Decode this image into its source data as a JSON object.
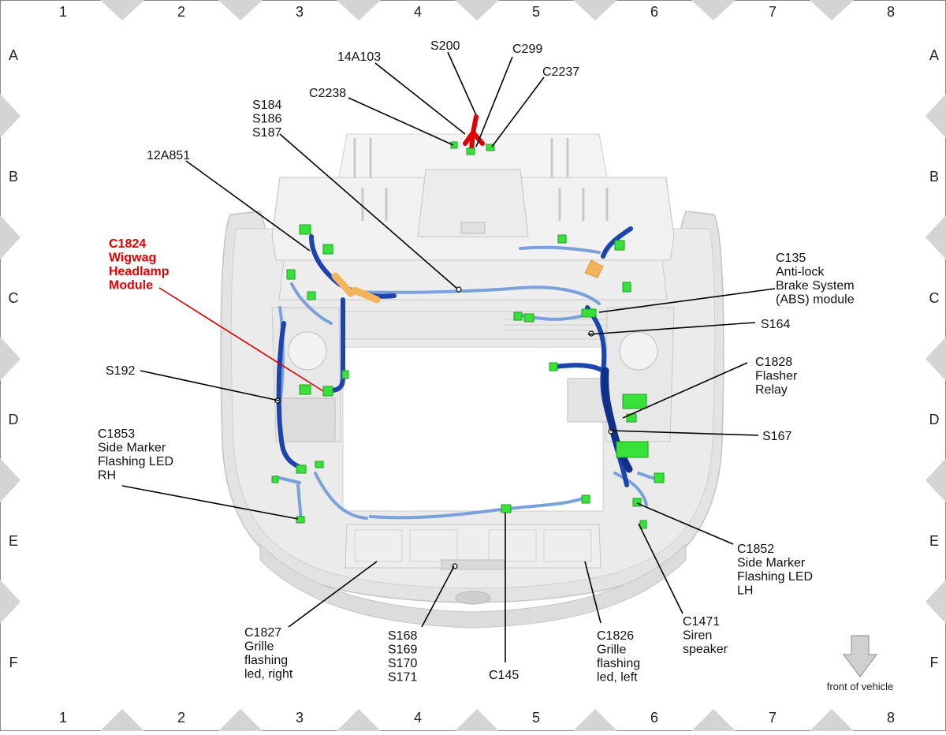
{
  "grid": {
    "columns": [
      "1",
      "2",
      "3",
      "4",
      "5",
      "6",
      "7",
      "8"
    ],
    "rows": [
      "A",
      "B",
      "C",
      "D",
      "E",
      "F"
    ]
  },
  "labels": [
    {
      "id": "l-14a103",
      "name": "label-14a103",
      "lines": [
        "14A103"
      ],
      "color": "#111111"
    },
    {
      "id": "l-s200",
      "name": "label-s200",
      "lines": [
        "S200"
      ],
      "color": "#111111"
    },
    {
      "id": "l-c299",
      "name": "label-c299",
      "lines": [
        "C299"
      ],
      "color": "#111111"
    },
    {
      "id": "l-c2237",
      "name": "label-c2237",
      "lines": [
        "C2237"
      ],
      "color": "#111111"
    },
    {
      "id": "l-c2238",
      "name": "label-c2238",
      "lines": [
        "C2238"
      ],
      "color": "#111111"
    },
    {
      "id": "l-s184",
      "name": "label-s184-s186-s187",
      "lines": [
        "S184",
        "S186",
        "S187"
      ],
      "color": "#111111"
    },
    {
      "id": "l-12a851",
      "name": "label-12a851",
      "lines": [
        "12A851"
      ],
      "color": "#111111"
    },
    {
      "id": "l-c1824",
      "name": "label-c1824-wigwag-headlamp-module",
      "lines": [
        "C1824",
        "Wigwag",
        "Headlamp",
        "Module"
      ],
      "color": "#e00000"
    },
    {
      "id": "l-c135",
      "name": "label-c135-abs-module",
      "lines": [
        "C135",
        "Anti-lock",
        "Brake System",
        "(ABS) module"
      ],
      "color": "#111111"
    },
    {
      "id": "l-s164",
      "name": "label-s164",
      "lines": [
        "S164"
      ],
      "color": "#111111"
    },
    {
      "id": "l-c1828",
      "name": "label-c1828-flasher-relay",
      "lines": [
        "C1828",
        "Flasher",
        "Relay"
      ],
      "color": "#111111"
    },
    {
      "id": "l-s167",
      "name": "label-s167",
      "lines": [
        "S167"
      ],
      "color": "#111111"
    },
    {
      "id": "l-s192",
      "name": "label-s192",
      "lines": [
        "S192"
      ],
      "color": "#111111"
    },
    {
      "id": "l-c1853",
      "name": "label-c1853-side-marker-rh",
      "lines": [
        "C1853",
        "Side Marker",
        "Flashing LED",
        "RH"
      ],
      "color": "#111111"
    },
    {
      "id": "l-c1852",
      "name": "label-c1852-side-marker-lh",
      "lines": [
        "C1852",
        "Side Marker",
        "Flashing LED",
        "LH"
      ],
      "color": "#111111"
    },
    {
      "id": "l-c1471",
      "name": "label-c1471-siren-speaker",
      "lines": [
        "C1471",
        "Siren",
        "speaker"
      ],
      "color": "#111111"
    },
    {
      "id": "l-c1826",
      "name": "label-c1826-grille-left",
      "lines": [
        "C1826",
        "Grille",
        "flashing",
        "led, left"
      ],
      "color": "#111111"
    },
    {
      "id": "l-c145",
      "name": "label-c145",
      "lines": [
        "C145"
      ],
      "color": "#111111"
    },
    {
      "id": "l-s168",
      "name": "label-s168-s171",
      "lines": [
        "S168",
        "S169",
        "S170",
        "S171"
      ],
      "color": "#111111"
    },
    {
      "id": "l-c1827",
      "name": "label-c1827-grille-right",
      "lines": [
        "C1827",
        "Grille",
        "flashing",
        "led, right"
      ],
      "color": "#111111"
    }
  ],
  "front_indicator": {
    "text": "front of vehicle",
    "icon": "down-arrow-icon"
  },
  "colors": {
    "harness_dark": "#1a3fa8",
    "harness_light": "#6f97d8",
    "connector": "#39e23a",
    "highlight_red": "#e00000",
    "splice_orange": "#f5b75c",
    "body_gray": "#e6e6e6",
    "frame_triangle": "#d4d4d4"
  }
}
